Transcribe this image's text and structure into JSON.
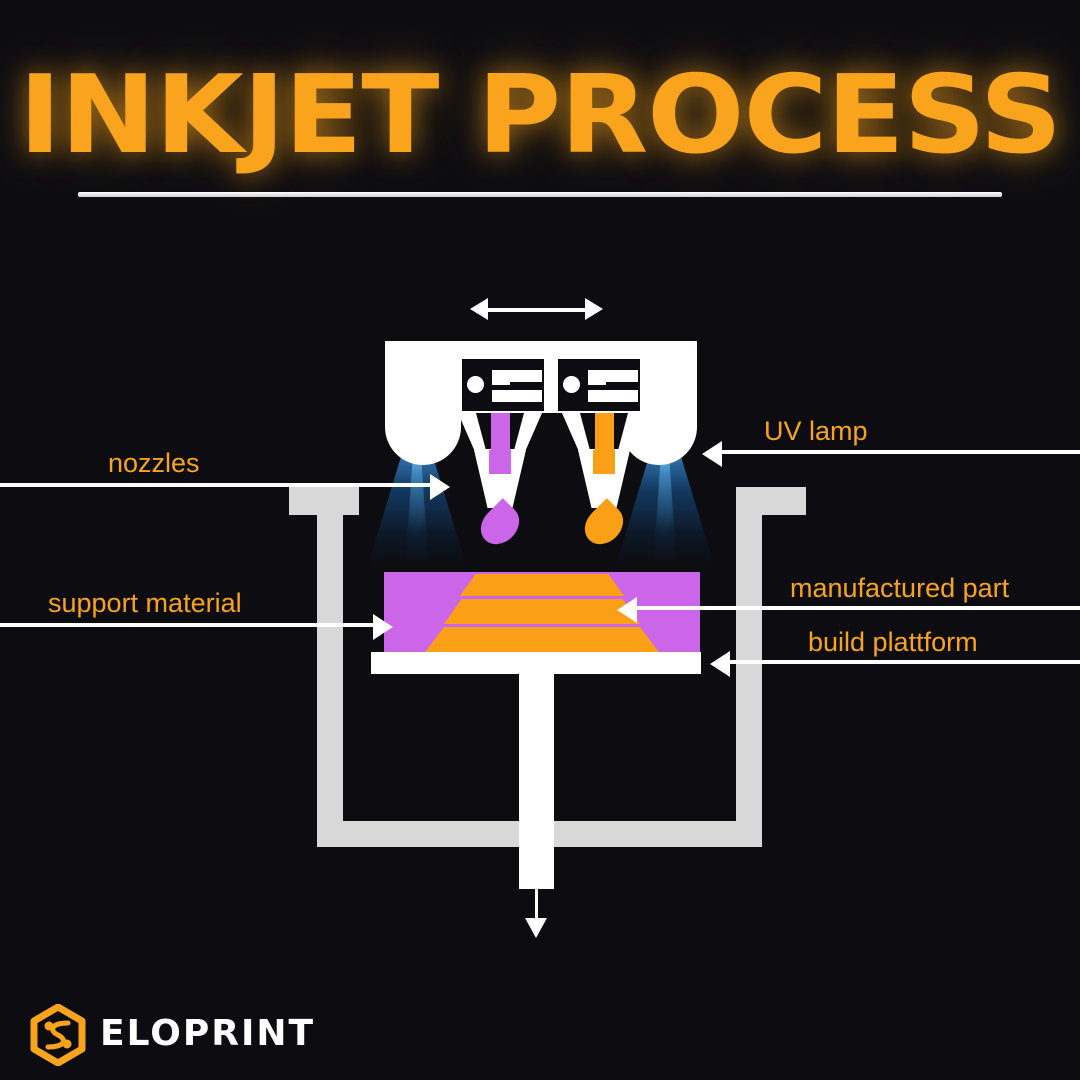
{
  "page": {
    "title": "INKJET PROCESS",
    "background_color": "#0d0d11"
  },
  "colors": {
    "accent_orange": "#f9a41c",
    "part_orange": "#fb9f16",
    "support_purple": "#cc66e8",
    "machine_white": "#ffffff",
    "vat_gray": "#d8d8d8",
    "uv_blue": "#3c96e1"
  },
  "labels": {
    "nozzles": "nozzles",
    "uv_lamp": "UV lamp",
    "support_material": "support material",
    "manufactured_part": "manufactured part",
    "build_platform": "build plattform"
  },
  "diagram": {
    "carriage_motion": "bidirectional-horizontal",
    "platform_motion": "downward",
    "ink_channels": [
      {
        "name": "support-ink",
        "color": "#cc66e8"
      },
      {
        "name": "model-ink",
        "color": "#fb9f16"
      }
    ],
    "uv_lamp_count": 2
  },
  "branding": {
    "logo_mark": "hexagon-circuit-icon",
    "wordmark": "ELOPRINT"
  }
}
